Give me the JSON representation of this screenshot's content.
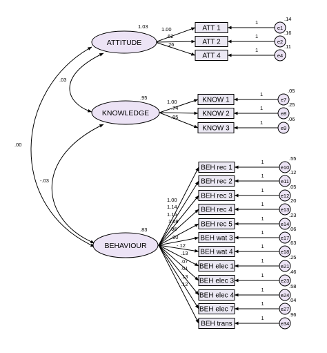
{
  "colors": {
    "latent_fill": "#ece3f5",
    "box_fill": "#ebe8f3",
    "stroke": "#000000",
    "background": "#ffffff"
  },
  "latents": {
    "attitude": {
      "label": "ATTITUDE",
      "variance": "1.03"
    },
    "knowledge": {
      "label": "KNOWLEDGE",
      "variance": ".95"
    },
    "behaviour": {
      "label": "BEHAVIOUR",
      "variance": ".83"
    }
  },
  "covariances": {
    "att_know": ".03",
    "att_beh": ".00",
    "know_beh": "-.03"
  },
  "indicators": {
    "attitude": [
      {
        "label": "ATT 1",
        "loading": "1.00",
        "error": "e1",
        "error_var": ".14",
        "error_path": "1"
      },
      {
        "label": "ATT 2",
        "loading": ".62",
        "error": "e2",
        "error_var": ".16",
        "error_path": "1"
      },
      {
        "label": "ATT 4",
        "loading": ".26",
        "error": "e4",
        "error_var": ".11",
        "error_path": "1"
      }
    ],
    "knowledge": [
      {
        "label": "KNOW 1",
        "loading": "1.00",
        "error": "e7",
        "error_var": ".05",
        "error_path": "1"
      },
      {
        "label": "KNOW 2",
        "loading": ".74",
        "error": "e8",
        "error_var": ".25",
        "error_path": "1"
      },
      {
        "label": "KNOW 3",
        "loading": ".95",
        "error": "e9",
        "error_var": ".06",
        "error_path": "1"
      }
    ],
    "behaviour": [
      {
        "label": "BEH rec 1",
        "loading": "1.00",
        "error": "e10",
        "error_var": ".55",
        "error_path": "1"
      },
      {
        "label": "BEH rec 2",
        "loading": "1.14",
        "error": "e11",
        "error_var": ".12",
        "error_path": "1"
      },
      {
        "label": "BEH rec 3",
        "loading": "1.15",
        "error": "e12",
        "error_var": ".05",
        "error_path": "1"
      },
      {
        "label": "BEH rec 4",
        "loading": "1.08",
        "error": "e13",
        "error_var": ".20",
        "error_path": "1"
      },
      {
        "label": "BEH rec 5",
        "loading": ".96",
        "error": "e14",
        "error_var": ".23",
        "error_path": "1"
      },
      {
        "label": "BEH wat 3",
        "loading": ".00",
        "error": "e17",
        "error_var": ".06",
        "error_path": "1"
      },
      {
        "label": "BEH wat 4",
        "loading": "-.12",
        "error": "e18",
        "error_var": ".63",
        "error_path": "1"
      },
      {
        "label": "BEH elec 1",
        "loading": ".13",
        "error": "e21",
        "error_var": ".25",
        "error_path": "1"
      },
      {
        "label": "BEH elec 3",
        "loading": ".07",
        "error": "e23",
        "error_var": ".46",
        "error_path": "1"
      },
      {
        "label": "BEH elec 4",
        "loading": ".01",
        "error": "e24",
        "error_var": ".58",
        "error_path": "1"
      },
      {
        "label": "BEH elec 7",
        "loading": ".13",
        "error": "e27",
        "error_var": ".04",
        "error_path": "1"
      },
      {
        "label": "BEH trans",
        "loading": ".12",
        "error": "e34",
        "error_var": ".96",
        "error_path": "1"
      }
    ]
  }
}
